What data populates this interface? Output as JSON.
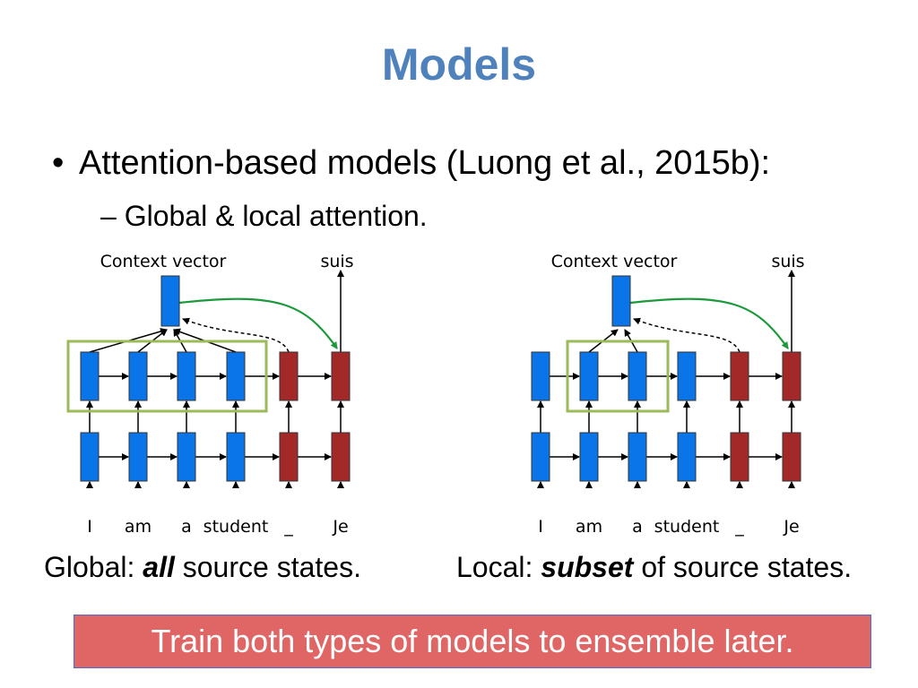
{
  "slide": {
    "title": "Models",
    "bullet": "Attention-based models (Luong et al., 2015b):",
    "bullet_marker": "•",
    "sub_bullet": "– Global & local attention.",
    "banner": "Train both types of models to ensemble later."
  },
  "diagrams": {
    "global": {
      "context_label": "Context vector",
      "output_label": "suis",
      "tokens": [
        "I",
        "am",
        "a",
        "student",
        "_",
        "Je"
      ],
      "caption_prefix": "Global: ",
      "caption_emphasis": "all",
      "caption_suffix": " source states.",
      "attended_source_states": 4
    },
    "local": {
      "context_label": "Context vector",
      "output_label": "suis",
      "tokens": [
        "I",
        "am",
        "a",
        "student",
        "_",
        "Je"
      ],
      "caption_prefix": "Local: ",
      "caption_emphasis": "subset",
      "caption_suffix": " of source states.",
      "attended_source_states": 2
    }
  },
  "colors": {
    "title": "#4f81bd",
    "encoder": "#0a75e8",
    "decoder": "#a32929",
    "attention_box": "#9bbb59",
    "attention_arrow": "#1a9a3a",
    "banner_bg": "#e06666",
    "banner_text": "#ffffff"
  }
}
